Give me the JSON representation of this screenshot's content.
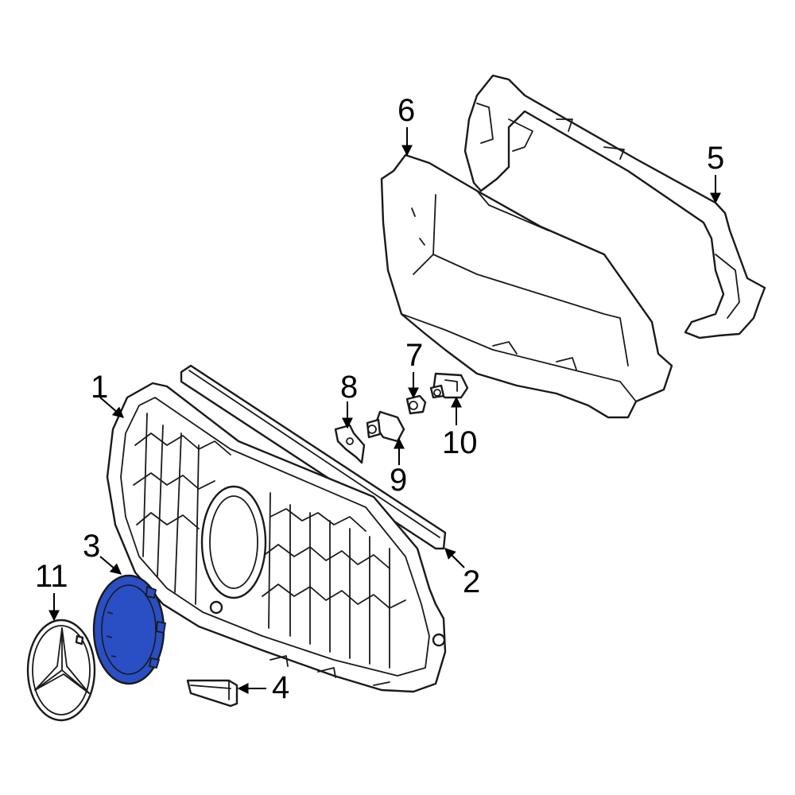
{
  "diagram": {
    "highlight_color": "#2a4fc4",
    "callouts": [
      {
        "id": "1",
        "label": "1"
      },
      {
        "id": "2",
        "label": "2"
      },
      {
        "id": "3",
        "label": "3"
      },
      {
        "id": "4",
        "label": "4"
      },
      {
        "id": "5",
        "label": "5"
      },
      {
        "id": "6",
        "label": "6"
      },
      {
        "id": "7",
        "label": "7"
      },
      {
        "id": "8",
        "label": "8"
      },
      {
        "id": "9",
        "label": "9"
      },
      {
        "id": "10",
        "label": "10"
      },
      {
        "id": "11",
        "label": "11"
      }
    ]
  }
}
